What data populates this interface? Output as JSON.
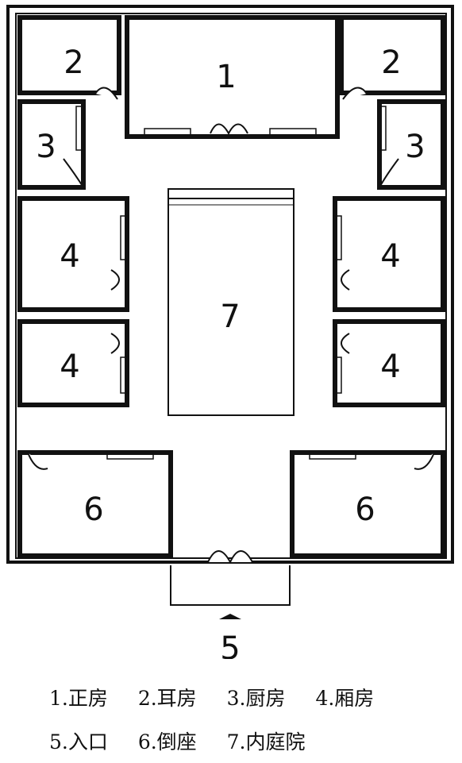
{
  "rooms": {
    "r1": "1",
    "r2": "2",
    "r3": "3",
    "r4": "4",
    "r5": "5",
    "r6": "6",
    "r7": "7"
  },
  "legend": {
    "row1": [
      "1.正房",
      "2.耳房",
      "3.厨房",
      "4.厢房"
    ],
    "row2": [
      "5.入口",
      "6.倒座",
      "7.内庭院"
    ]
  }
}
